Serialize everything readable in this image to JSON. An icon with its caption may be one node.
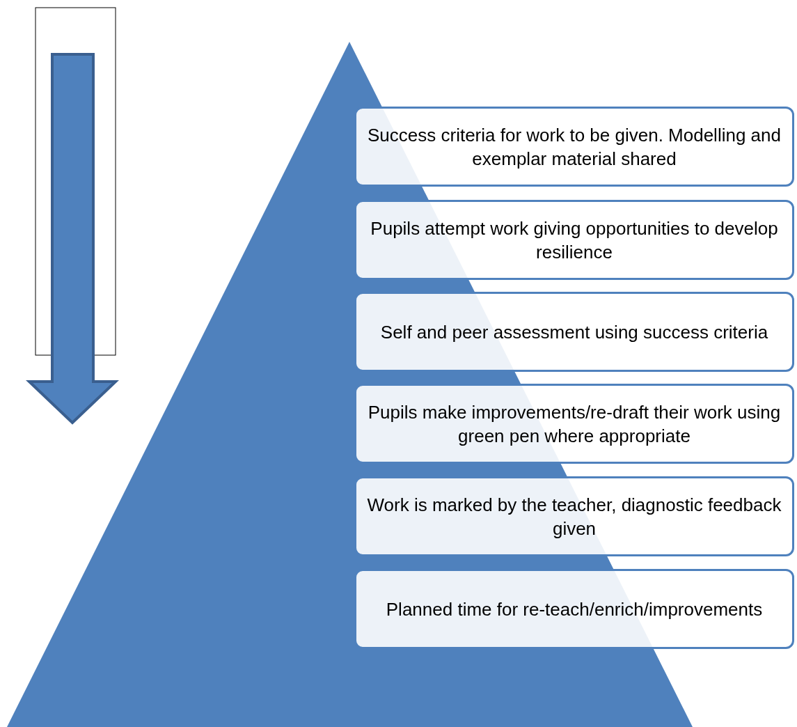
{
  "diagram": {
    "nodes": [
      {
        "text": [
          "Success criteria for work to be given. Modelling and exemplar material shared"
        ]
      },
      {
        "text": [
          "Pupils attempt work giving opportunities to develop resilience"
        ]
      },
      {
        "text": [
          "Self and peer assessment using success criteria"
        ]
      },
      {
        "text": [
          "Pupils make improvements/re-draft  their work using green pen where appropriate"
        ]
      },
      {
        "text": [
          "Work is marked by the teacher, diagnostic feedback given"
        ]
      },
      {
        "text": [
          "Planned time for re-teach/enrich/improvements"
        ]
      }
    ]
  }
}
